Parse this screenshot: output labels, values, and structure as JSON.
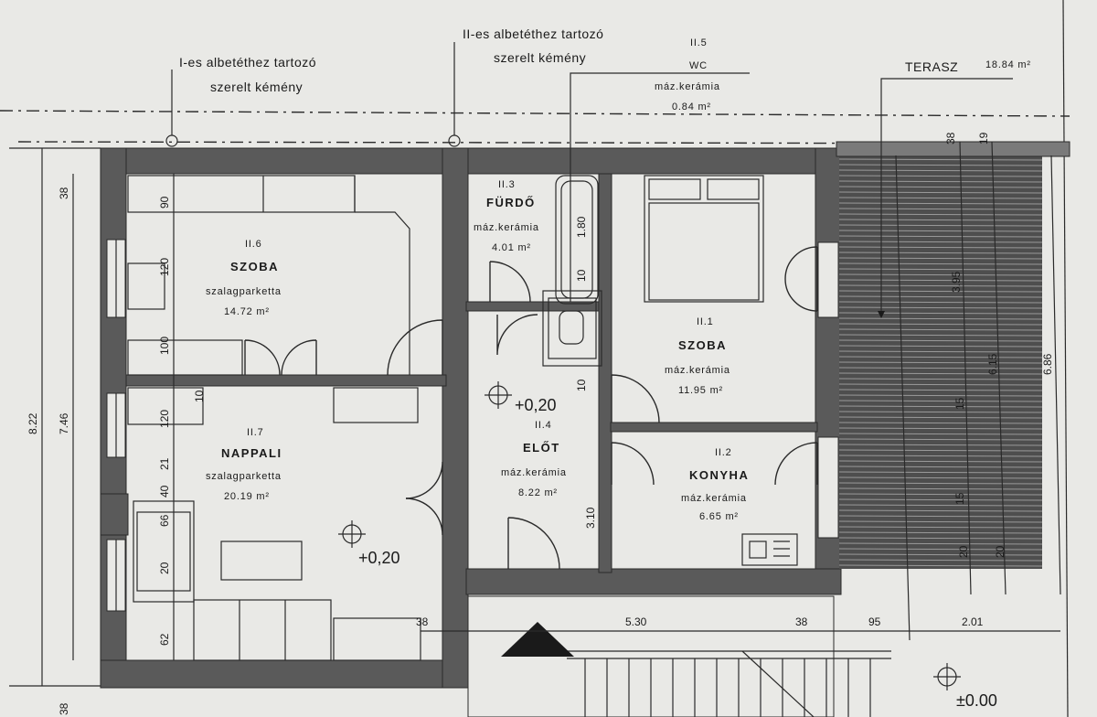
{
  "annotations": {
    "chimney_1_line1": "I-es albetéthez tartozó",
    "chimney_1_line2": "szerelt kémény",
    "chimney_2_line1": "II-es albetéthez tartozó",
    "chimney_2_line2": "szerelt kémény",
    "terrace_label": "TERASZ",
    "terrace_area": "18.84 m²"
  },
  "rooms": {
    "wc": {
      "code": "II.5",
      "name": "WC",
      "floor": "máz.kerámia",
      "area": "0.84 m²"
    },
    "bathroom": {
      "code": "II.3",
      "name": "FÜRDŐ",
      "floor": "máz.kerámia",
      "area": "4.01 m²"
    },
    "room6": {
      "code": "II.6",
      "name": "SZOBA",
      "floor": "szalagparketta",
      "area": "14.72 m²"
    },
    "room1": {
      "code": "II.1",
      "name": "SZOBA",
      "floor": "máz.kerámia",
      "area": "11.95 m²"
    },
    "living": {
      "code": "II.7",
      "name": "NAPPALI",
      "floor": "szalagparketta",
      "area": "20.19 m²"
    },
    "hall": {
      "code": "II.4",
      "name": "ELŐT",
      "floor": "máz.kerámia",
      "area": "8.22 m²"
    },
    "kitchen": {
      "code": "II.2",
      "name": "KONYHA",
      "floor": "máz.kerámia",
      "area": "6.65 m²"
    }
  },
  "levels": {
    "hall_level": "+0,20",
    "living_level": "+0,20",
    "ground_level": "±0.00"
  },
  "dimensions": {
    "left_total": "8.22",
    "left_inner": "7.46",
    "left_top": "38",
    "left_bottom": "38",
    "v_90": "90",
    "v_120a": "120",
    "v_100": "100",
    "v_10": "10",
    "v_120b": "120",
    "v_21": "21",
    "v_40": "40",
    "v_66": "66",
    "v_20": "20",
    "v_62": "62",
    "bath_180": "1.80",
    "bath_10": "10",
    "hall_10": "10",
    "hall_310": "3.10",
    "bottom_38a": "38",
    "bottom_530": "5.30",
    "bottom_38b": "38",
    "bottom_95": "95",
    "bottom_201": "2.01",
    "terrace_38": "38",
    "terrace_19": "19",
    "terrace_395": "3.95",
    "terrace_615": "6.15",
    "terrace_686": "6.86",
    "terrace_15a": "15",
    "terrace_15b": "15",
    "terrace_20a": "20",
    "terrace_20b": "20"
  }
}
